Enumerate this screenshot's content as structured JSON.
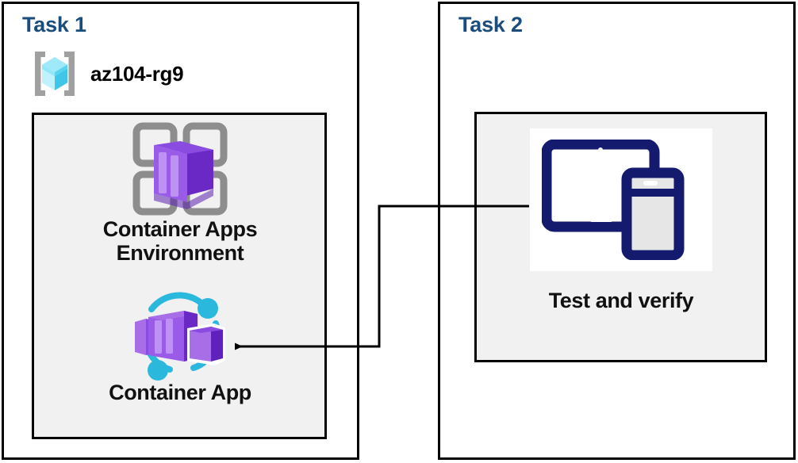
{
  "diagram": {
    "title_color": "#1a4d7c",
    "panel_border_color": "#000000",
    "inner_box_fill": "#f1f1f1",
    "connector_color": "#000000"
  },
  "task1": {
    "title": "Task 1",
    "resource_group": {
      "icon": "resource-group-icon",
      "label": "az104-rg9",
      "icon_colors": {
        "bracket": "#a0a0a0",
        "cube_light": "#9fe9fb",
        "cube_mid": "#4fd2f0",
        "cube_dark": "#2bb6d8"
      }
    },
    "items": [
      {
        "icon": "container-apps-environment-icon",
        "label": "Container Apps\nEnvironment",
        "icon_colors": {
          "frame": "#8d8d8d",
          "box_light": "#a86ee8",
          "box_mid": "#8a4ce0",
          "box_dark": "#6a28c4"
        }
      },
      {
        "icon": "container-app-icon",
        "label": "Container App",
        "icon_colors": {
          "accent": "#2bb8dd",
          "box_light": "#a86ee8",
          "box_mid": "#8a4ce0",
          "box_dark": "#5f21bb"
        }
      }
    ]
  },
  "task2": {
    "title": "Task 2",
    "items": [
      {
        "icon": "test-and-verify-icon",
        "label": "Test and verify",
        "icon_colors": {
          "device": "#141a6e",
          "screen": "#ffffff",
          "phone_screen": "#e6e6e6",
          "plate": "#ffffff"
        }
      }
    ]
  },
  "connector": {
    "name": "test-to-container-app-arrow",
    "from": "test-and-verify-icon",
    "to": "container-app-icon",
    "direction": "right-to-left",
    "arrowhead": "left"
  }
}
